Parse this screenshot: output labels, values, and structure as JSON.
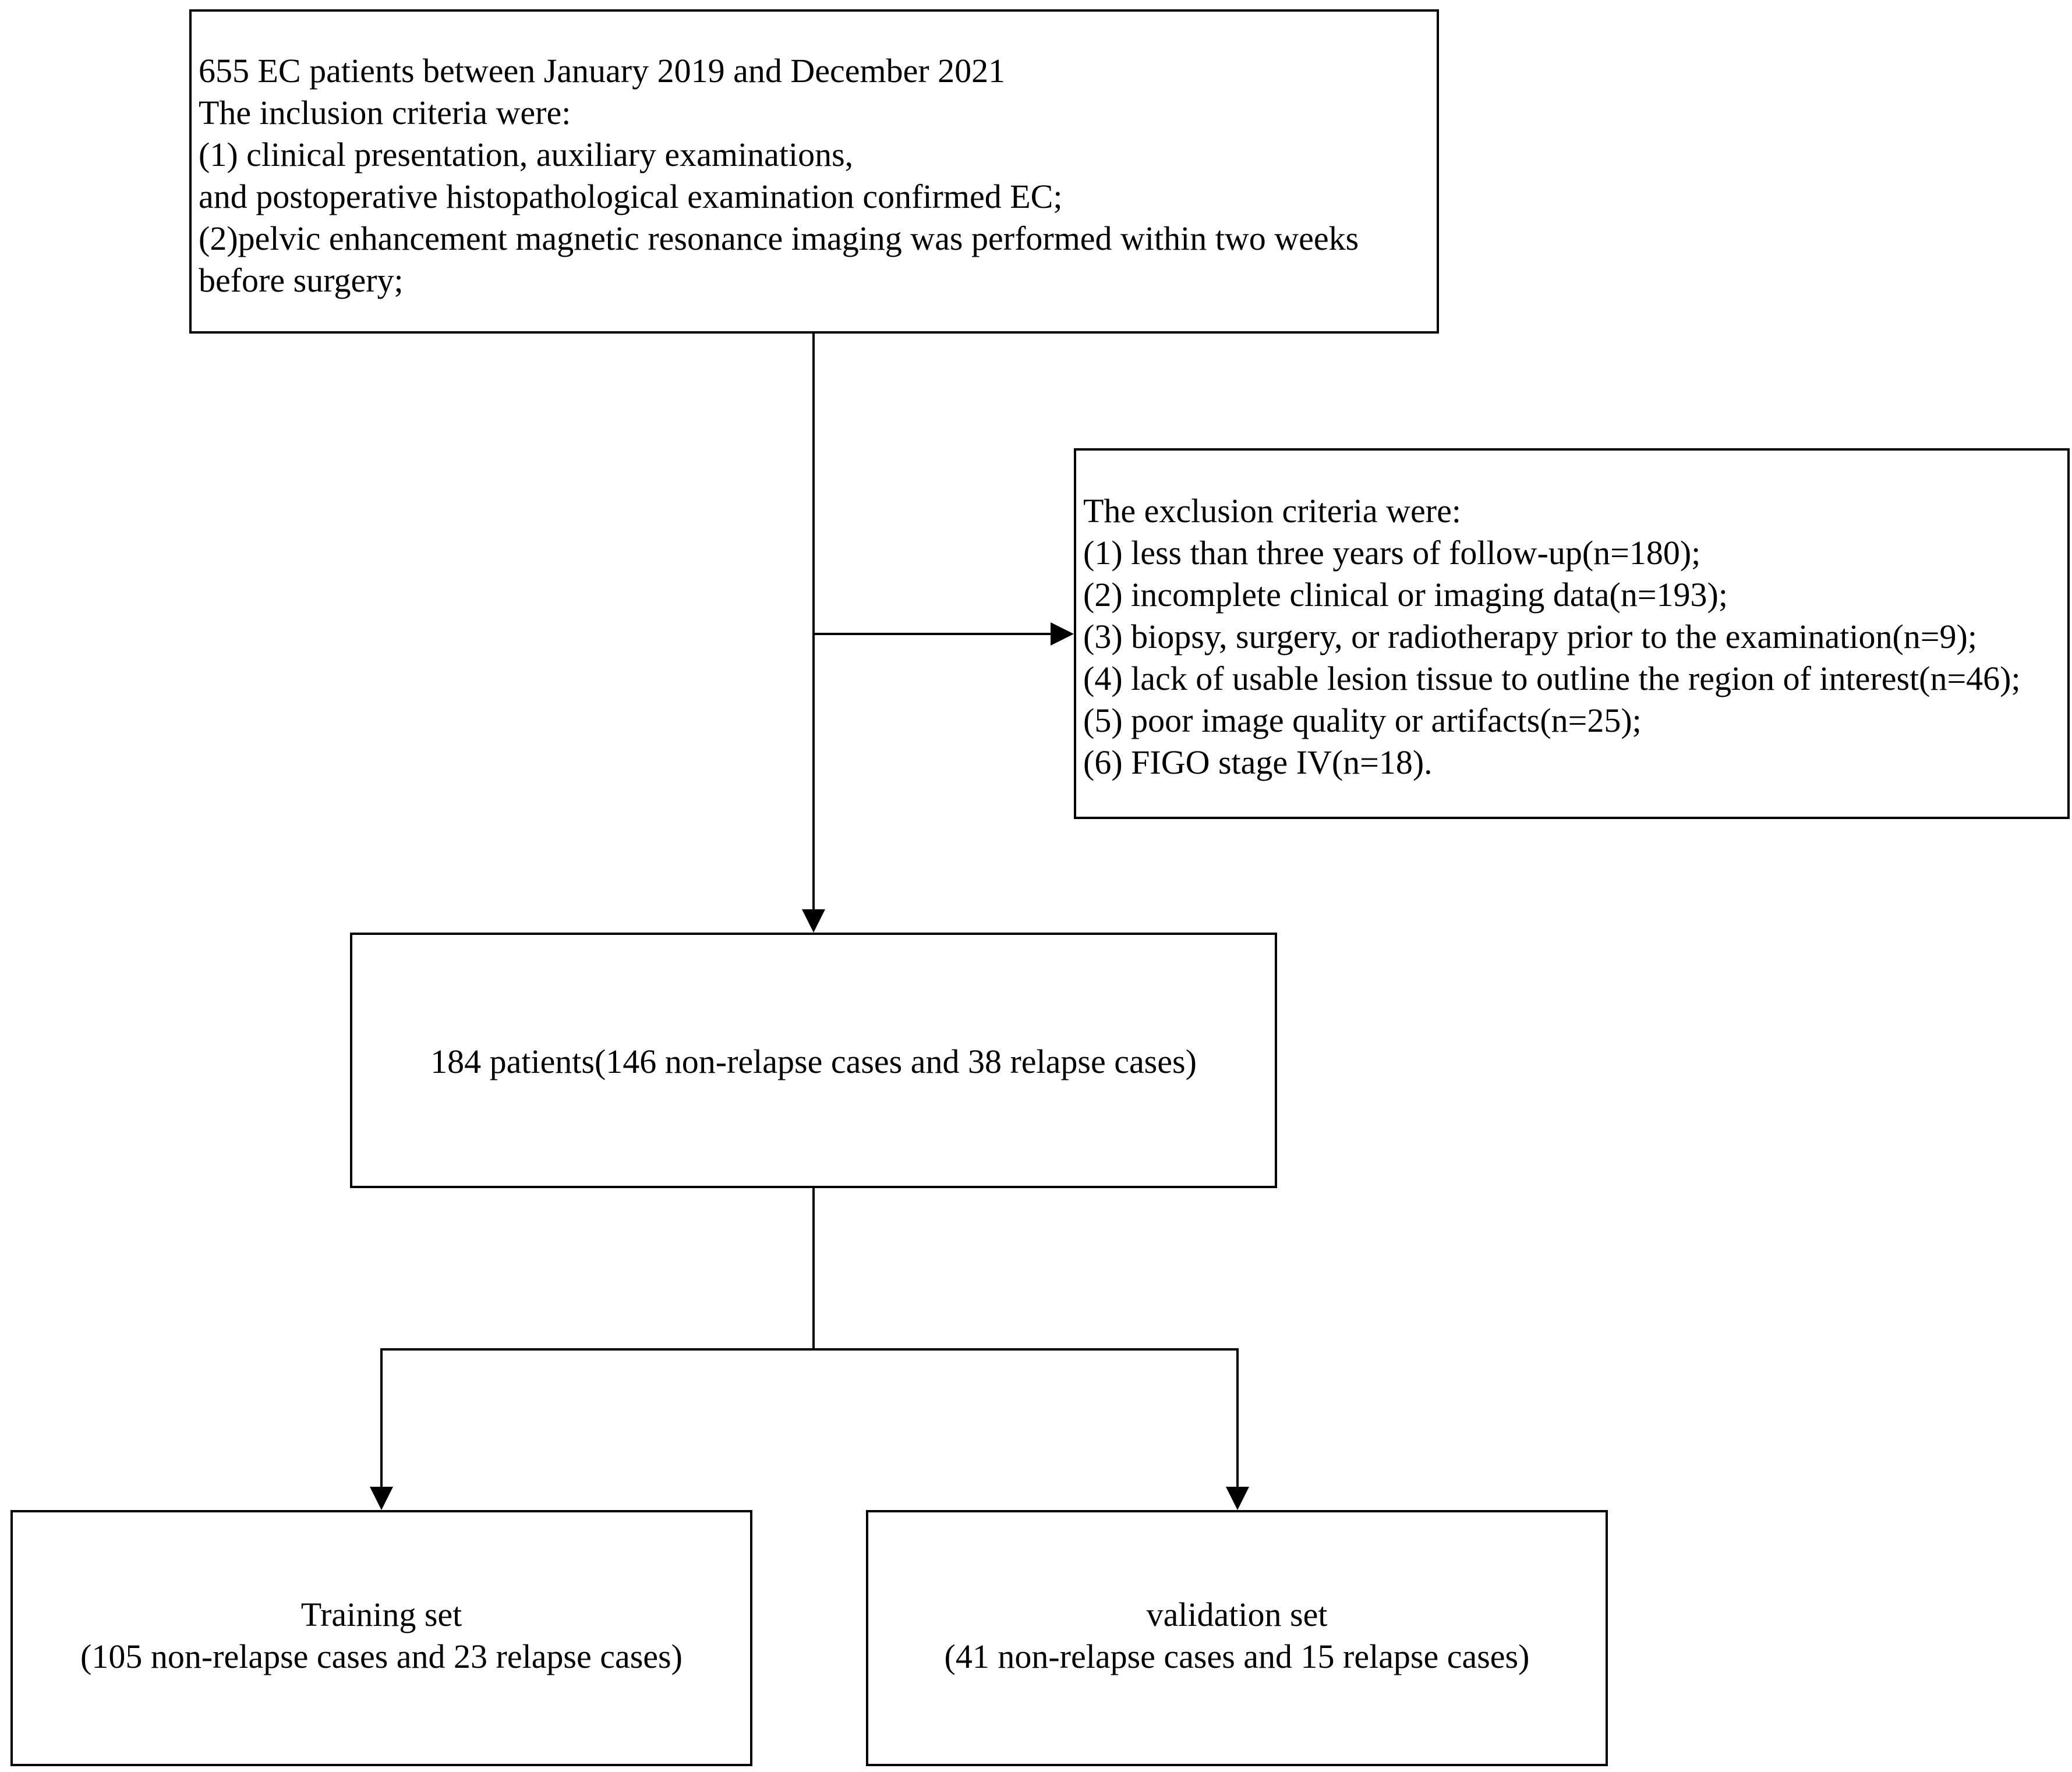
{
  "inclusion_box": {
    "lines": [
      "655 EC patients between January 2019 and December 2021",
      "The inclusion criteria were:",
      "(1) clinical presentation, auxiliary examinations,",
      "and postoperative histopathological examination confirmed EC;",
      "(2)pelvic enhancement magnetic resonance imaging was performed within two weeks",
      "before surgery;"
    ]
  },
  "exclusion_box": {
    "lines": [
      "The exclusion criteria were:",
      "(1) less than three years of follow-up(n=180);",
      "(2) incomplete clinical or imaging data(n=193);",
      "(3) biopsy, surgery, or radiotherapy prior to the examination(n=9);",
      "(4) lack of usable lesion tissue to outline the region of interest(n=46);",
      "(5) poor image quality or artifacts(n=25);",
      "(6) FIGO stage IV(n=18)."
    ]
  },
  "patients_box": {
    "text": "184 patients(146 non-relapse cases and 38 relapse cases)"
  },
  "training_box": {
    "title": "Training set",
    "detail": "(105 non-relapse cases and 23 relapse cases)"
  },
  "validation_box": {
    "title": "validation set",
    "detail": "(41 non-relapse cases and 15 relapse cases)"
  },
  "colors": {
    "stroke": "#000000",
    "background": "#ffffff",
    "text": "#000000"
  }
}
